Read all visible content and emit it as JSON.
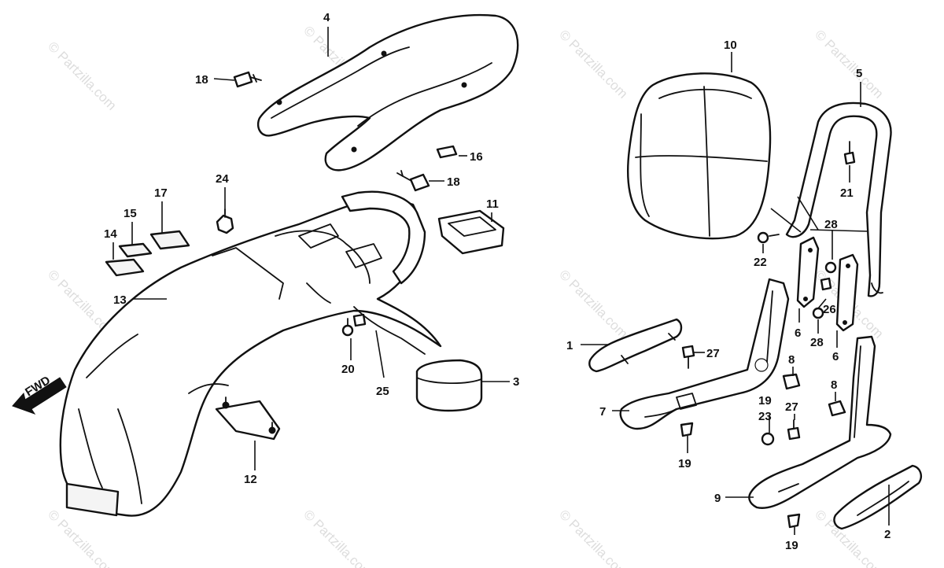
{
  "watermark": "© Partzilla.com",
  "fwd_label": "FWD",
  "callouts": {
    "c1": "1",
    "c2": "2",
    "c3": "3",
    "c4": "4",
    "c5": "5",
    "c6a": "6",
    "c6b": "6",
    "c7": "7",
    "c8a": "8",
    "c8b": "8",
    "c9": "9",
    "c10": "10",
    "c11": "11",
    "c12": "12",
    "c13": "13",
    "c14": "14",
    "c15": "15",
    "c16": "16",
    "c17": "17",
    "c18a": "18",
    "c18b": "18",
    "c19a": "19",
    "c19b": "19",
    "c19c": "19",
    "c20": "20",
    "c21": "21",
    "c22": "22",
    "c23": "23",
    "c24": "24",
    "c25": "25",
    "c26": "26",
    "c27a": "27",
    "c27b": "27",
    "c28a": "28",
    "c28b": "28"
  }
}
